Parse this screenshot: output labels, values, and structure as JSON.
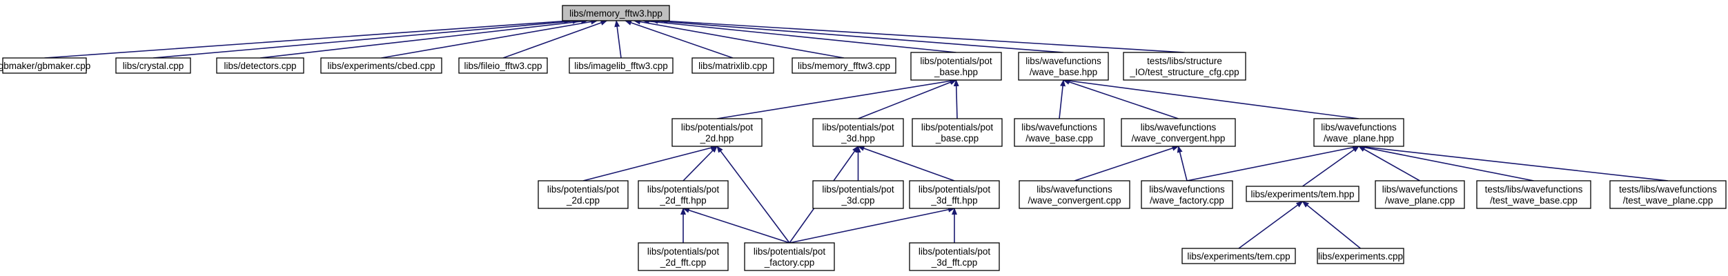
{
  "colors": {
    "edge": "#191970",
    "root_fill": "#bfbfbf",
    "node_fill": "#ffffff",
    "border": "#000000"
  },
  "nodes": {
    "root": [
      "libs/memory_fftw3.hpp"
    ],
    "gbmaker": [
      "gbmaker/gbmaker.cpp"
    ],
    "crystal": [
      "libs/crystal.cpp"
    ],
    "detectors": [
      "libs/detectors.cpp"
    ],
    "cbed": [
      "libs/experiments/cbed.cpp"
    ],
    "fileio": [
      "libs/fileio_fftw3.cpp"
    ],
    "imagelib": [
      "libs/imagelib_fftw3.cpp"
    ],
    "matrixlib": [
      "libs/matrixlib.cpp"
    ],
    "memory_cpp": [
      "libs/memory_fftw3.cpp"
    ],
    "pot_base_hpp": [
      "libs/potentials/pot",
      "_base.hpp"
    ],
    "wave_base_hpp": [
      "libs/wavefunctions",
      "/wave_base.hpp"
    ],
    "test_structure": [
      "tests/libs/structure",
      "_IO/test_structure_cfg.cpp"
    ],
    "pot_2d_hpp": [
      "libs/potentials/pot",
      "_2d.hpp"
    ],
    "pot_3d_hpp": [
      "libs/potentials/pot",
      "_3d.hpp"
    ],
    "pot_base_cpp": [
      "libs/potentials/pot",
      "_base.cpp"
    ],
    "wave_base_cpp": [
      "libs/wavefunctions",
      "/wave_base.cpp"
    ],
    "wave_conv_hpp": [
      "libs/wavefunctions",
      "/wave_convergent.hpp"
    ],
    "wave_plane_hpp": [
      "libs/wavefunctions",
      "/wave_plane.hpp"
    ],
    "pot_2d_cpp": [
      "libs/potentials/pot",
      "_2d.cpp"
    ],
    "pot_2d_fft_hpp": [
      "libs/potentials/pot",
      "_2d_fft.hpp"
    ],
    "pot_3d_cpp": [
      "libs/potentials/pot",
      "_3d.cpp"
    ],
    "pot_3d_fft_hpp": [
      "libs/potentials/pot",
      "_3d_fft.hpp"
    ],
    "wave_conv_cpp": [
      "libs/wavefunctions",
      "/wave_convergent.cpp"
    ],
    "wave_factory": [
      "libs/wavefunctions",
      "/wave_factory.cpp"
    ],
    "tem_hpp": [
      "libs/experiments/tem.hpp"
    ],
    "wave_plane_cpp": [
      "libs/wavefunctions",
      "/wave_plane.cpp"
    ],
    "test_wave_base": [
      "tests/libs/wavefunctions",
      "/test_wave_base.cpp"
    ],
    "test_wave_plane": [
      "tests/libs/wavefunctions",
      "/test_wave_plane.cpp"
    ],
    "pot_2d_fft_cpp": [
      "libs/potentials/pot",
      "_2d_fft.cpp"
    ],
    "pot_factory": [
      "libs/potentials/pot",
      "_factory.cpp"
    ],
    "pot_3d_fft_cpp": [
      "libs/potentials/pot",
      "_3d_fft.cpp"
    ],
    "tem_cpp": [
      "libs/experiments/tem.cpp"
    ],
    "experiments_cpp": [
      "libs/experiments.cpp"
    ]
  },
  "edges": [
    [
      "gbmaker",
      "root"
    ],
    [
      "crystal",
      "root"
    ],
    [
      "detectors",
      "root"
    ],
    [
      "cbed",
      "root"
    ],
    [
      "fileio",
      "root"
    ],
    [
      "imagelib",
      "root"
    ],
    [
      "matrixlib",
      "root"
    ],
    [
      "memory_cpp",
      "root"
    ],
    [
      "pot_base_hpp",
      "root"
    ],
    [
      "wave_base_hpp",
      "root"
    ],
    [
      "test_structure",
      "root"
    ],
    [
      "pot_2d_hpp",
      "pot_base_hpp"
    ],
    [
      "pot_3d_hpp",
      "pot_base_hpp"
    ],
    [
      "pot_base_cpp",
      "pot_base_hpp"
    ],
    [
      "wave_base_cpp",
      "wave_base_hpp"
    ],
    [
      "wave_conv_hpp",
      "wave_base_hpp"
    ],
    [
      "wave_plane_hpp",
      "wave_base_hpp"
    ],
    [
      "pot_2d_cpp",
      "pot_2d_hpp"
    ],
    [
      "pot_2d_fft_hpp",
      "pot_2d_hpp"
    ],
    [
      "pot_factory",
      "pot_2d_hpp"
    ],
    [
      "pot_factory",
      "pot_3d_hpp"
    ],
    [
      "pot_3d_cpp",
      "pot_3d_hpp"
    ],
    [
      "pot_3d_fft_hpp",
      "pot_3d_hpp"
    ],
    [
      "pot_2d_fft_cpp",
      "pot_2d_fft_hpp"
    ],
    [
      "pot_factory",
      "pot_2d_fft_hpp"
    ],
    [
      "pot_factory",
      "pot_3d_fft_hpp"
    ],
    [
      "pot_3d_fft_cpp",
      "pot_3d_fft_hpp"
    ],
    [
      "wave_conv_cpp",
      "wave_conv_hpp"
    ],
    [
      "wave_factory",
      "wave_conv_hpp"
    ],
    [
      "wave_factory",
      "wave_plane_hpp"
    ],
    [
      "tem_hpp",
      "wave_plane_hpp"
    ],
    [
      "wave_plane_cpp",
      "wave_plane_hpp"
    ],
    [
      "test_wave_base",
      "wave_plane_hpp"
    ],
    [
      "test_wave_plane",
      "wave_plane_hpp"
    ],
    [
      "tem_cpp",
      "tem_hpp"
    ],
    [
      "experiments_cpp",
      "tem_hpp"
    ]
  ]
}
